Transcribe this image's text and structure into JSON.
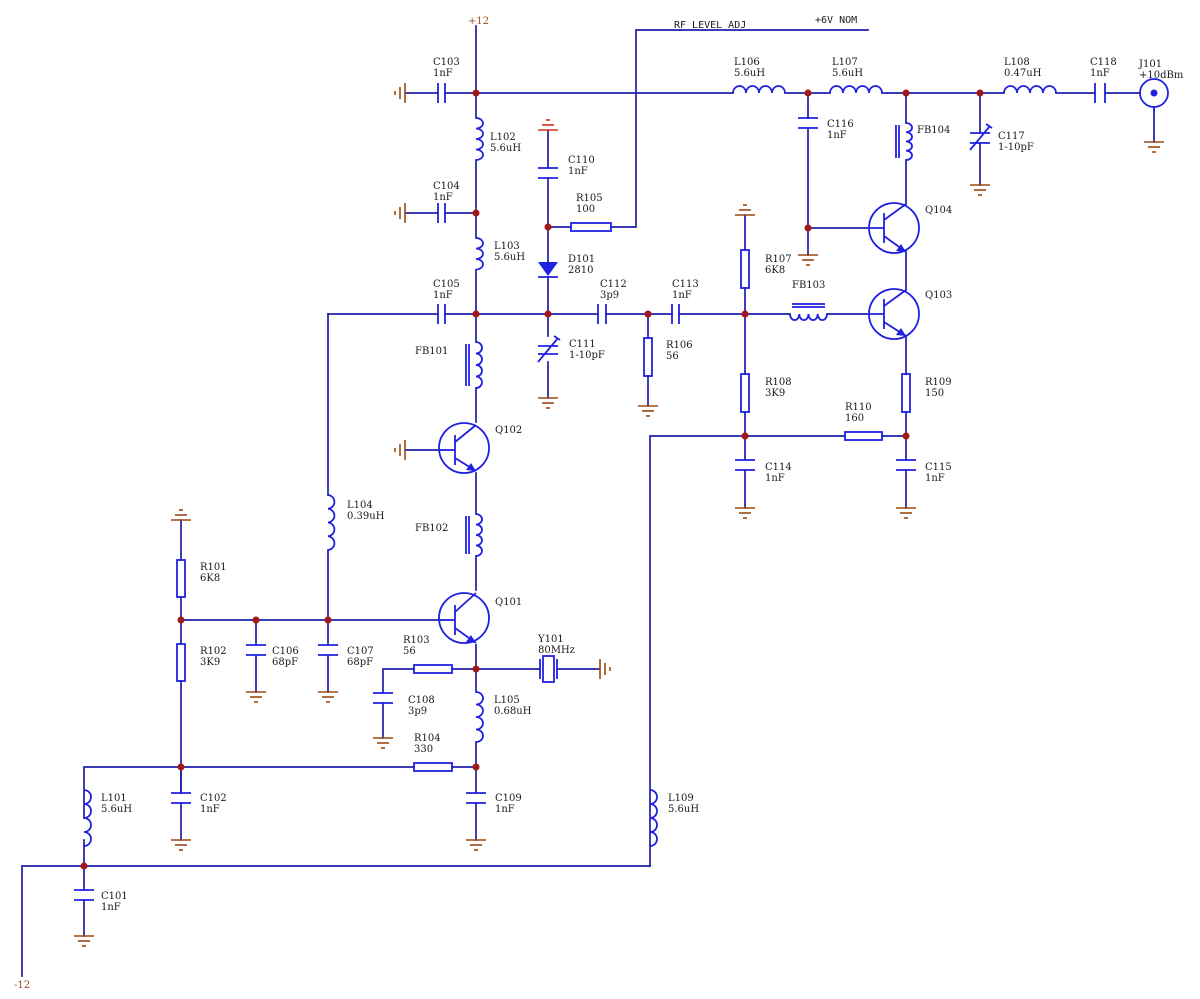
{
  "power": {
    "vplus": "+12",
    "vminus": "-12"
  },
  "nets": {
    "rf_level": "RF LEVEL ADJ",
    "v6": "+6V NOM"
  },
  "components": {
    "C101": [
      "C101",
      "1nF"
    ],
    "C102": [
      "C102",
      "1nF"
    ],
    "C103": [
      "C103",
      "1nF"
    ],
    "C104": [
      "C104",
      "1nF"
    ],
    "C105": [
      "C105",
      "1nF"
    ],
    "C106": [
      "C106",
      "68pF"
    ],
    "C107": [
      "C107",
      "68pF"
    ],
    "C108": [
      "C108",
      "3p9"
    ],
    "C109": [
      "C109",
      "1nF"
    ],
    "C110": [
      "C110",
      "1nF"
    ],
    "C111": [
      "C111",
      "1-10pF"
    ],
    "C112": [
      "C112",
      "3p9"
    ],
    "C113": [
      "C113",
      "1nF"
    ],
    "C114": [
      "C114",
      "1nF"
    ],
    "C115": [
      "C115",
      "1nF"
    ],
    "C116": [
      "C116",
      "1nF"
    ],
    "C117": [
      "C117",
      "1-10pF"
    ],
    "C118": [
      "C118",
      "1nF"
    ],
    "L101": [
      "L101",
      "5.6uH"
    ],
    "L102": [
      "L102",
      "5.6uH"
    ],
    "L103": [
      "L103",
      "5.6uH"
    ],
    "L104": [
      "L104",
      "0.39uH"
    ],
    "L105": [
      "L105",
      "0.68uH"
    ],
    "L106": [
      "L106",
      "5.6uH"
    ],
    "L107": [
      "L107",
      "5.6uH"
    ],
    "L108": [
      "L108",
      "0.47uH"
    ],
    "L109": [
      "L109",
      "5.6uH"
    ],
    "R101": [
      "R101",
      "6K8"
    ],
    "R102": [
      "R102",
      "3K9"
    ],
    "R103": [
      "R103",
      "56"
    ],
    "R104": [
      "R104",
      "330"
    ],
    "R105": [
      "R105",
      "100"
    ],
    "R106": [
      "R106",
      "56"
    ],
    "R107": [
      "R107",
      "6K8"
    ],
    "R108": [
      "R108",
      "3K9"
    ],
    "R109": [
      "R109",
      "150"
    ],
    "R110": [
      "R110",
      "160"
    ],
    "D101": [
      "D101",
      "2810"
    ],
    "Y101": [
      "Y101",
      "80MHz"
    ],
    "J101": [
      "J101",
      "+10dBm"
    ],
    "Q101": [
      "Q101"
    ],
    "Q102": [
      "Q102"
    ],
    "Q103": [
      "Q103"
    ],
    "Q104": [
      "Q104"
    ],
    "FB101": [
      "FB101"
    ],
    "FB102": [
      "FB102"
    ],
    "FB103": [
      "FB103"
    ],
    "FB104": [
      "FB104"
    ]
  },
  "colors": {
    "wire": "#1f1fa8",
    "component": "#2020e0",
    "ground": "#9b4a12",
    "junction": "#a01818"
  }
}
